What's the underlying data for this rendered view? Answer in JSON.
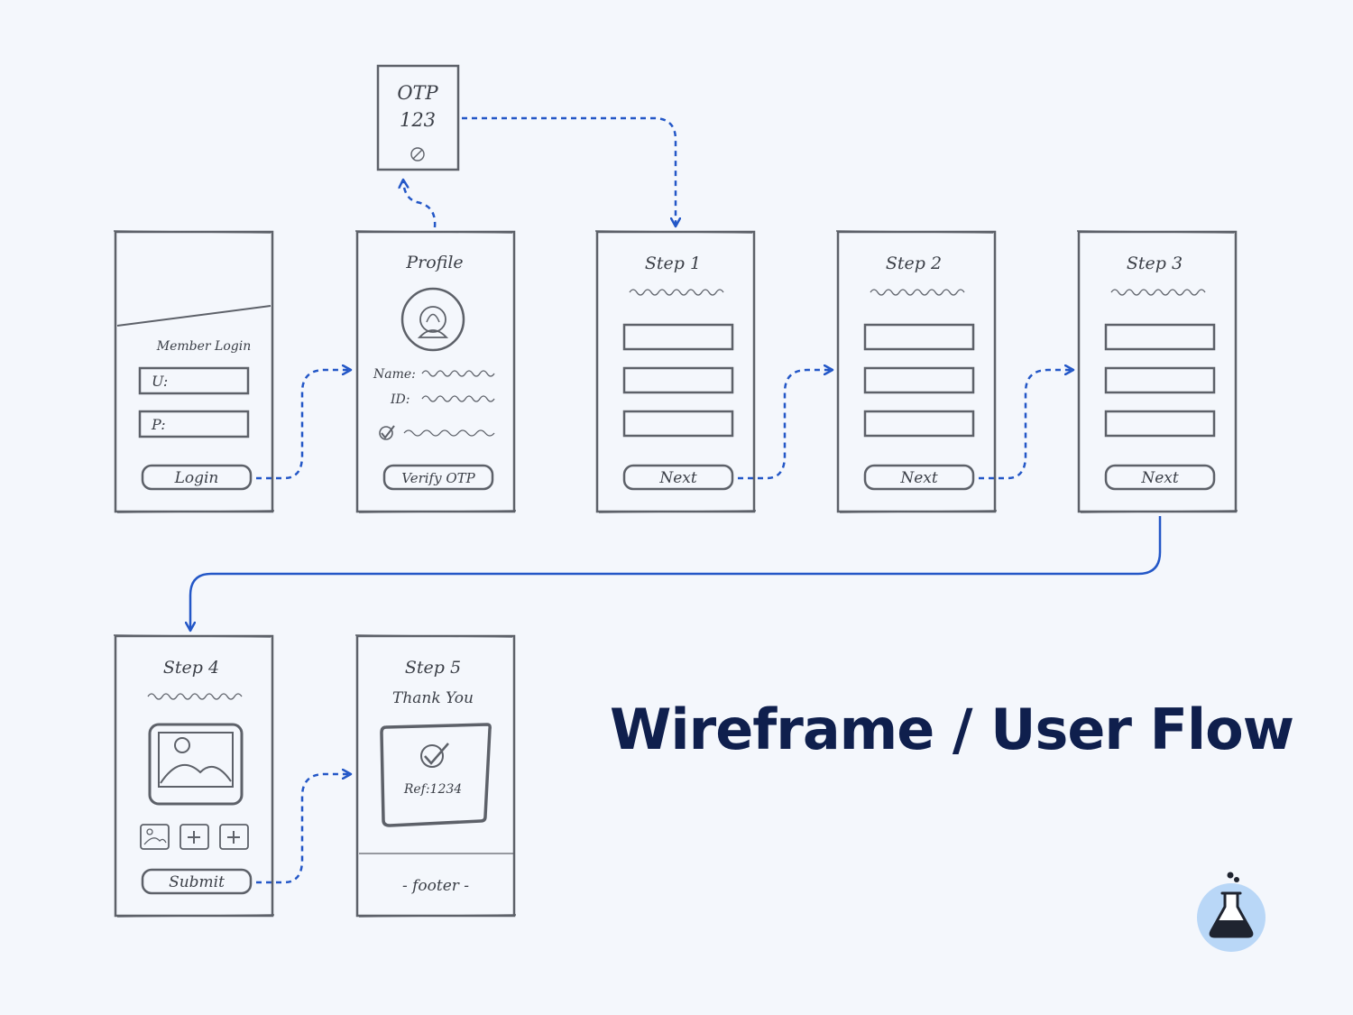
{
  "title": "Wireframe / User Flow",
  "colors": {
    "background": "#f4f7fc",
    "stroke": "#5d6169",
    "flow": "#2357c7",
    "title": "#0f1f4d",
    "logo_bg": "#b9d7f7"
  },
  "screens": {
    "login": {
      "heading": "Member Login",
      "username_label": "U:",
      "password_label": "P:",
      "button": "Login"
    },
    "profile": {
      "heading": "Profile",
      "name_label": "Name:",
      "id_label": "ID:",
      "button": "Verify OTP"
    },
    "otp": {
      "line1": "OTP",
      "line2": "123"
    },
    "step1": {
      "heading": "Step 1",
      "button": "Next"
    },
    "step2": {
      "heading": "Step 2",
      "button": "Next"
    },
    "step3": {
      "heading": "Step 3",
      "button": "Next"
    },
    "step4": {
      "heading": "Step 4",
      "button": "Submit"
    },
    "step5": {
      "heading": "Step 5",
      "subheading": "Thank You",
      "ref": "Ref:1234",
      "footer": "- footer -"
    }
  },
  "icons": [
    "avatar-icon",
    "checkbox-icon",
    "image-icon",
    "plus-icon",
    "check-circle-icon",
    "no-entry-icon",
    "flask-logo-icon"
  ]
}
